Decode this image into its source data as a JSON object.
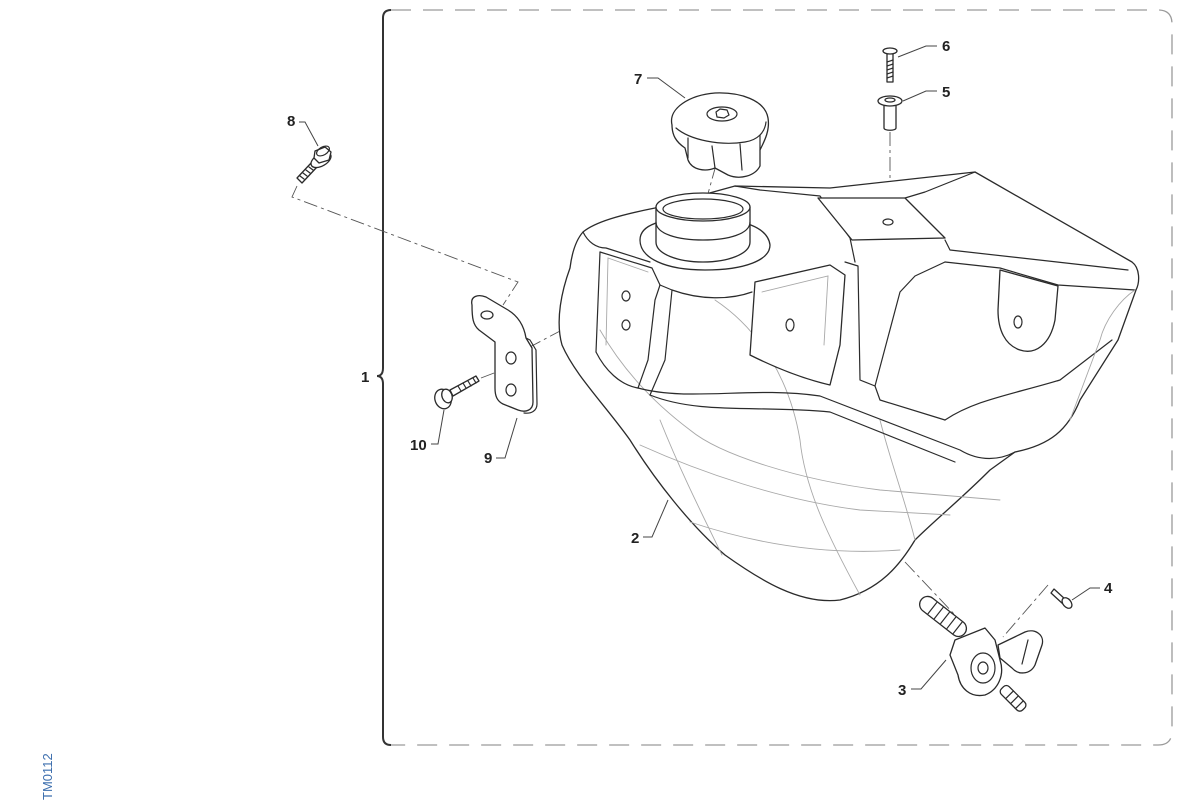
{
  "figure_code": "TM0112",
  "callouts": [
    "1",
    "2",
    "3",
    "4",
    "5",
    "6",
    "7",
    "8",
    "9",
    "10"
  ],
  "colors": {
    "line": "#2b2b2b",
    "figure_code": "#3d6fae",
    "background": "#ffffff"
  }
}
